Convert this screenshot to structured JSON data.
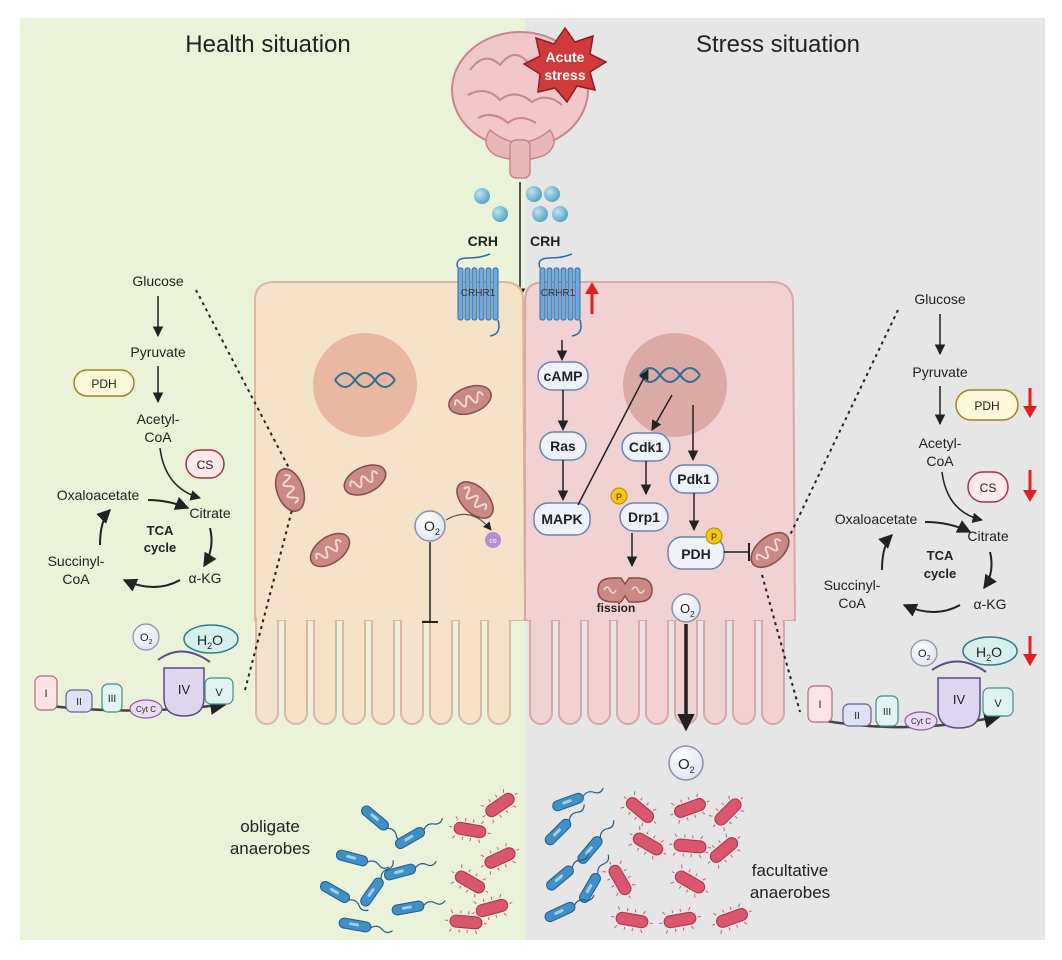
{
  "headers": {
    "health": "Health situation",
    "stress": "Stress situation"
  },
  "brain": {
    "stress_line1": "Acute",
    "stress_line2": "stress"
  },
  "receptor": {
    "crh_left": "CRH",
    "crh_right": "CRH",
    "crhr1_left": "CRHR1",
    "crhr1_right": "CRHR1"
  },
  "signaling": {
    "camp": "cAMP",
    "ras": "Ras",
    "mapk": "MAPK",
    "cdk1": "Cdk1",
    "drp1": "Drp1",
    "pdk1": "Pdk1",
    "pdh": "PDH",
    "phospho": "P",
    "fission": "fission"
  },
  "oxygen": {
    "o2_base": "O",
    "o2_sub": "2",
    "co2": "co",
    "h2o_base": "H",
    "h2o_sub": "2",
    "h2o_tail": "O"
  },
  "metabolism": {
    "glucose": "Glucose",
    "pyruvate": "Pyruvate",
    "pdh": "PDH",
    "acetyl_line1": "Acetyl-",
    "acetyl_line2": "CoA",
    "cs": "CS",
    "oxaloacetate": "Oxaloacetate",
    "citrate": "Citrate",
    "tca_line1": "TCA",
    "tca_line2": "cycle",
    "succinyl_line1": "Succinyl-",
    "succinyl_line2": "CoA",
    "akg": "α-KG"
  },
  "etc": {
    "I": "I",
    "II": "II",
    "III": "III",
    "cytc": "Cyt C",
    "IV": "IV",
    "V": "V"
  },
  "bacteria": {
    "obligate_line1": "obligate",
    "obligate_line2": "anaerobes",
    "facultative_line1": "facultative",
    "facultative_line2": "anaerobes"
  },
  "colors": {
    "health_bg": "#eaf3d9",
    "stress_bg": "#e6e6e6",
    "cell_health": "#f4e3c8",
    "cell_stress": "#f0d2d2",
    "receptor": "#5b9bd5",
    "bacteria_blue": "#3f8fc8",
    "bacteria_red": "#d9566c",
    "down_arrow": "#e02020"
  }
}
